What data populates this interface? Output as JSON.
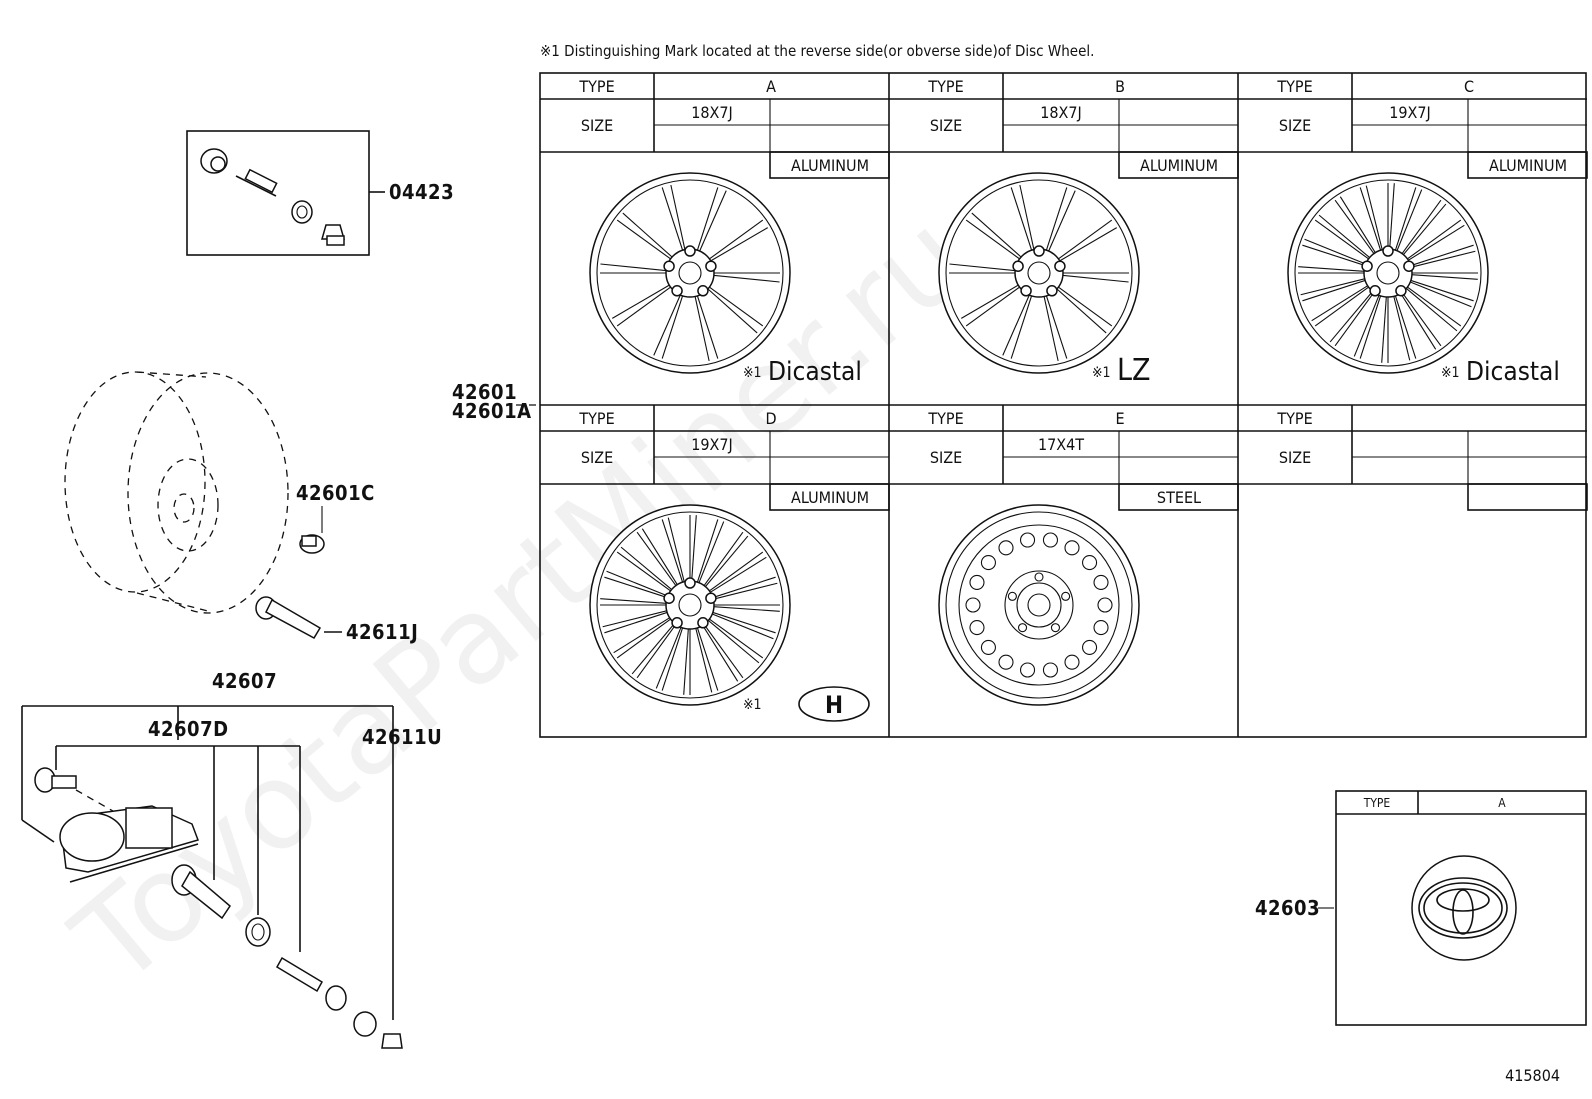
{
  "diagram_id": "415804",
  "note": "※1 Distinguishing Mark located at the reverse side(or obverse side)of Disc Wheel.",
  "watermark": "ToyotaPartMiner.ru",
  "part_numbers": {
    "valve_kit": "04423",
    "wheel_main": "42601",
    "wheel_alt": "42601A",
    "wheel_hub_bolt": "42601C",
    "valve": "42611J",
    "tpms_assy": "42607",
    "tpms_sensor": "42607D",
    "valve_cap": "42611U",
    "ornament": "42603"
  },
  "wheel_table": {
    "type_label": "TYPE",
    "size_label": "SIZE",
    "mark_prefix": "※1",
    "cells": [
      {
        "type": "A",
        "size": "18X7J",
        "material": "ALUMINUM",
        "mark": "Dicastal"
      },
      {
        "type": "B",
        "size": "18X7J",
        "material": "ALUMINUM",
        "mark": "LZ"
      },
      {
        "type": "C",
        "size": "19X7J",
        "material": "ALUMINUM",
        "mark": "Dicastal"
      },
      {
        "type": "D",
        "size": "19X7J",
        "material": "ALUMINUM",
        "mark": "H"
      },
      {
        "type": "E",
        "size": "17X4T",
        "material": "STEEL",
        "mark": ""
      },
      {
        "type": "",
        "size": "",
        "material": "",
        "mark": ""
      }
    ]
  },
  "ornament_table": {
    "type_label": "TYPE",
    "type_value": "A",
    "emblem": "toyota-emblem-icon"
  }
}
